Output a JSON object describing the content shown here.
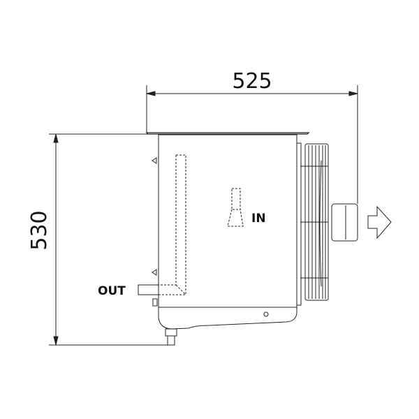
{
  "drawing": {
    "width_dimension": "525",
    "height_dimension": "530",
    "inlet_label": "IN",
    "outlet_label": "OUT",
    "airflow_direction": "right"
  },
  "colors": {
    "line": "#222222",
    "background": "#ffffff"
  }
}
